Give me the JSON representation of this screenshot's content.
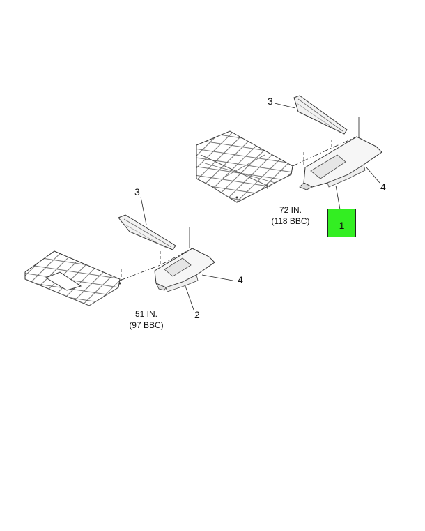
{
  "diagram": {
    "upper_assembly": {
      "caption_line1": "72 IN.",
      "caption_line2": "(118 BBC)",
      "callouts": [
        "3",
        "4",
        "1"
      ]
    },
    "lower_assembly": {
      "caption_line1": "51 IN.",
      "caption_line2": "(97 BBC)",
      "callouts": [
        "3",
        "4",
        "2"
      ]
    },
    "highlight_color": "#33ee22"
  }
}
